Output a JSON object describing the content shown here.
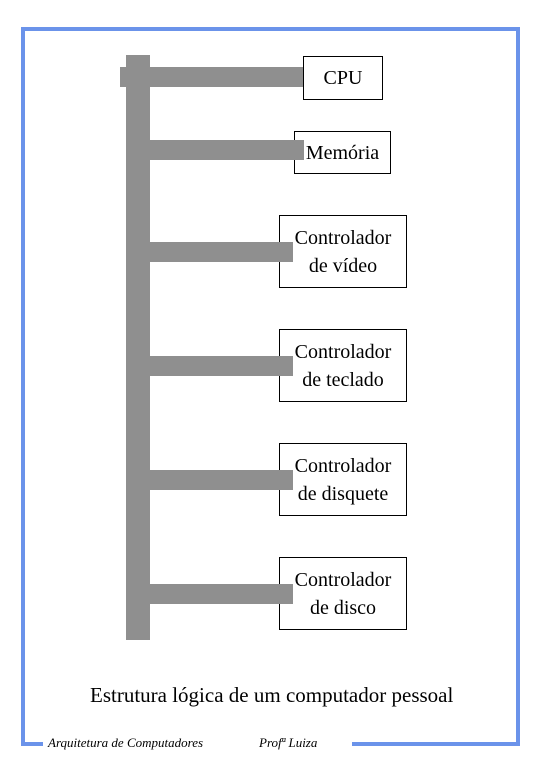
{
  "diagram": {
    "components": [
      {
        "id": "cpu",
        "lines": [
          "CPU"
        ]
      },
      {
        "id": "memoria",
        "lines": [
          "Memória"
        ]
      },
      {
        "id": "video",
        "lines": [
          "Controlador",
          "de vídeo"
        ]
      },
      {
        "id": "teclado",
        "lines": [
          "Controlador",
          "de teclado"
        ]
      },
      {
        "id": "disquete",
        "lines": [
          "Controlador",
          "de disquete"
        ]
      },
      {
        "id": "disco",
        "lines": [
          "Controlador",
          "de disco"
        ]
      }
    ],
    "caption": "Estrutura lógica de um computador pessoal"
  },
  "footer": {
    "course": "Arquitetura de Computadores",
    "professor": "Profª Luiza"
  },
  "colors": {
    "frame": "#6b93ea",
    "bus": "#8f8f8f"
  }
}
